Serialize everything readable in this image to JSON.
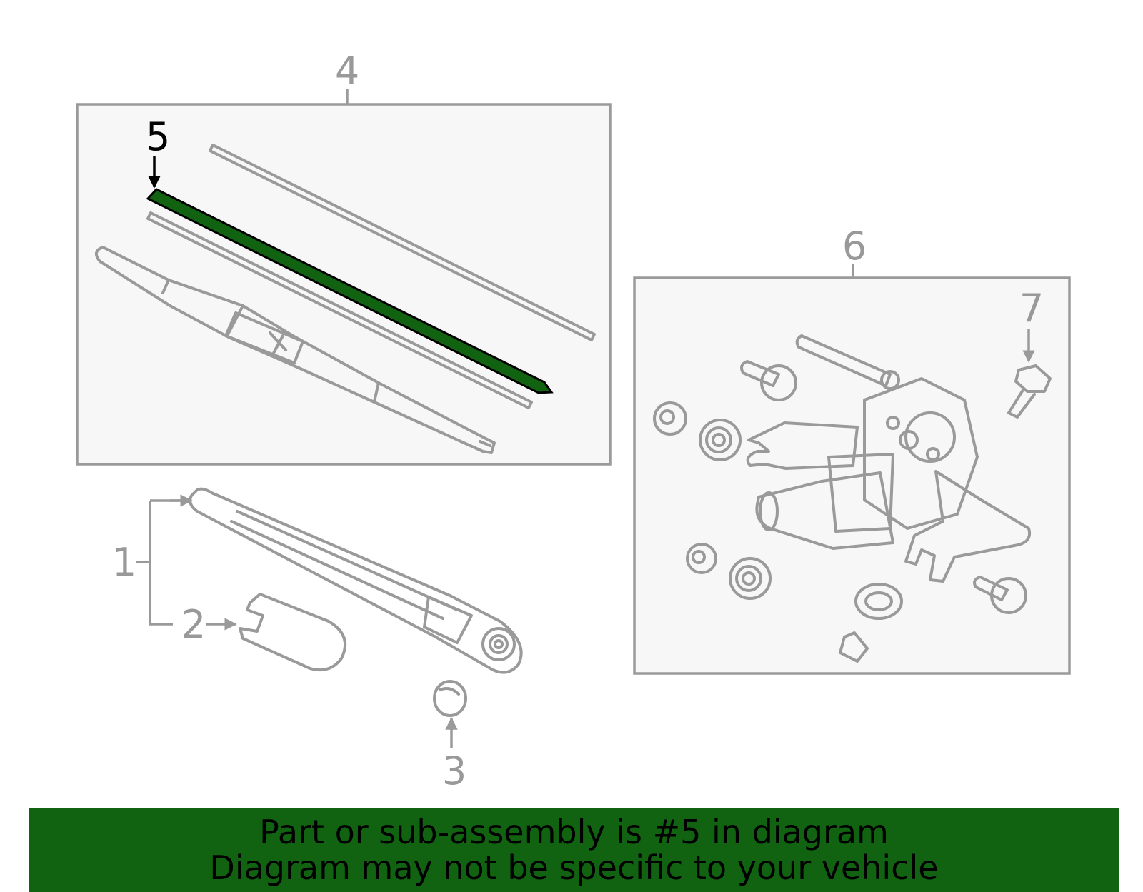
{
  "callouts": {
    "c1": "1",
    "c2": "2",
    "c3": "3",
    "c4": "4",
    "c5": "5",
    "c6": "6",
    "c7": "7"
  },
  "highlight_color": "#116211",
  "banner": {
    "line1": "Part or sub-assembly is #5 in diagram",
    "line2": "Diagram may not be specific to your vehicle"
  }
}
